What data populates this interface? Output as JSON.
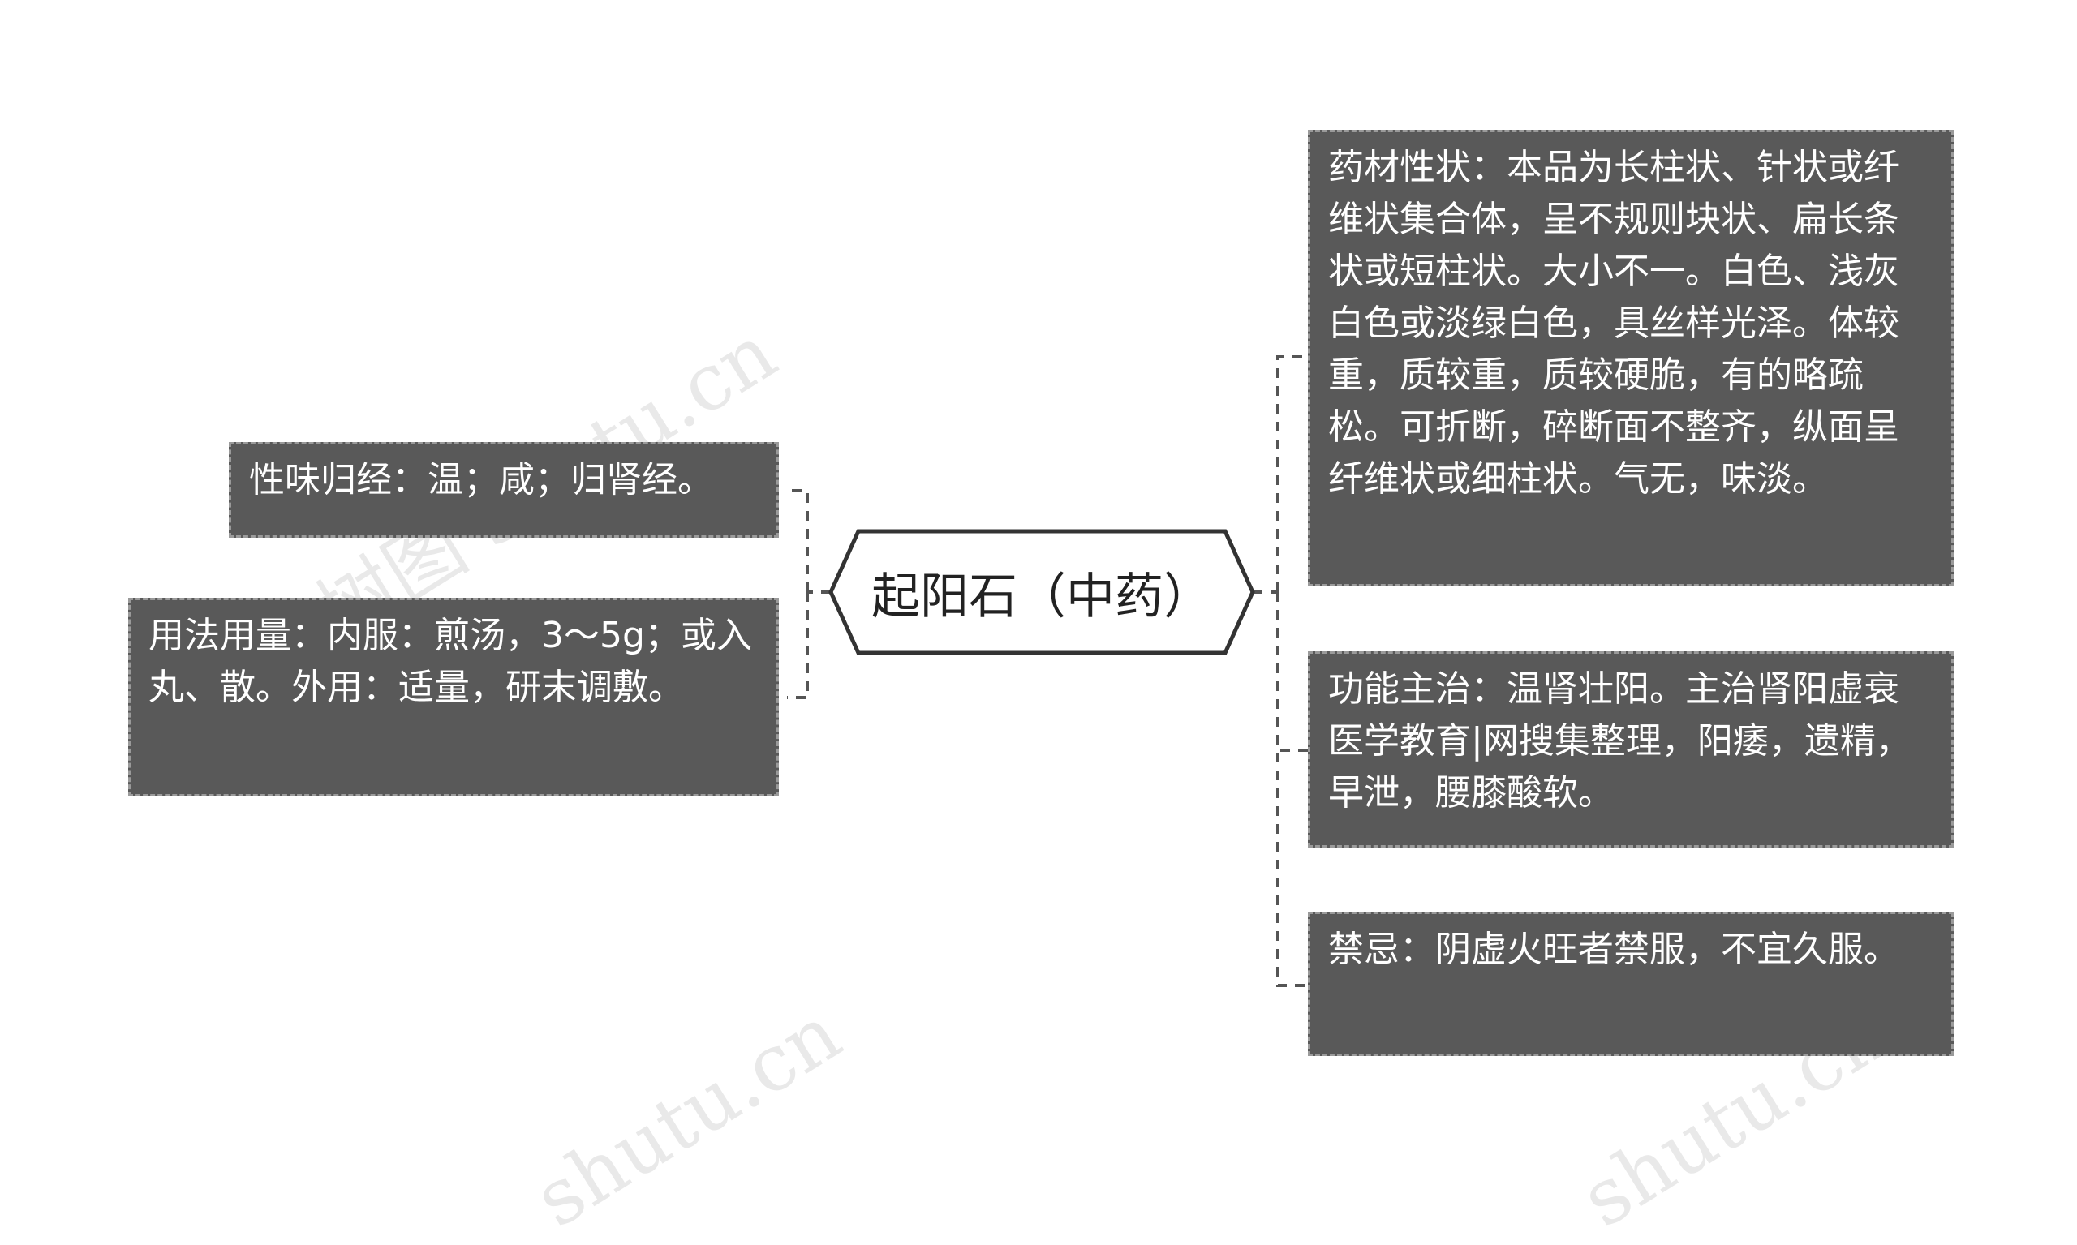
{
  "center": {
    "title": "起阳石（中药）"
  },
  "left_nodes": [
    {
      "text": "性味归经：温；咸；归肾经。"
    },
    {
      "text": "用法用量：内服：煎汤，3～5g；或入丸、散。外用：适量，研末调敷。"
    }
  ],
  "right_nodes": [
    {
      "text": "药材性状：本品为长柱状、针状或纤维状集合体，呈不规则块状、扁长条状或短柱状。大小不一。白色、浅灰白色或淡绿白色，具丝样光泽。体较重，质较重，质较硬脆，有的略疏松。可折断，碎断面不整齐，纵面呈纤维状或细柱状。气无，味淡。"
    },
    {
      "text": "功能主治：温肾壮阳。主治肾阳虚衰医学教育|网搜集整理，阳痿，遗精，早泄，腰膝酸软。"
    },
    {
      "text": "禁忌：阴虚火旺者禁服，不宜久服。"
    }
  ],
  "watermarks": [
    "树图 shutu.cn",
    "shutu.cn",
    "shutu.cn"
  ],
  "colors": {
    "node_fill": "#595959",
    "node_border": "#9a9a9a",
    "connector": "#555555",
    "text": "#ffffff"
  }
}
